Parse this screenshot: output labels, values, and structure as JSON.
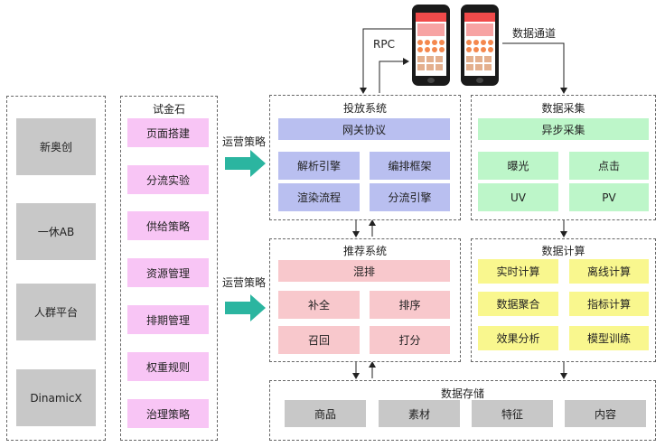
{
  "labels": {
    "rpc": "RPC",
    "data_channel": "数据通道",
    "ops_strategy_top": "运营策略",
    "ops_strategy_bottom": "运营策略"
  },
  "left_platforms": [
    "新奥创",
    "一休AB",
    "人群平台",
    "DinamicX"
  ],
  "touchstone": {
    "title": "试金石",
    "items": [
      "页面搭建",
      "分流实验",
      "供给策略",
      "资源管理",
      "排期管理",
      "权重规则",
      "治理策略"
    ]
  },
  "delivery": {
    "title": "投放系统",
    "gateway": "网关协议",
    "items": [
      "解析引擎",
      "编排框架",
      "渲染流程",
      "分流引擎"
    ]
  },
  "collection": {
    "title": "数据采集",
    "async": "异步采集",
    "items": [
      "曝光",
      "点击",
      "UV",
      "PV"
    ]
  },
  "recommend": {
    "title": "推荐系统",
    "mix": "混排",
    "items": [
      "补全",
      "排序",
      "召回",
      "打分"
    ]
  },
  "compute": {
    "title": "数据计算",
    "items": [
      "实时计算",
      "离线计算",
      "数据聚合",
      "指标计算",
      "效果分析",
      "模型训练"
    ]
  },
  "storage": {
    "title": "数据存储",
    "items": [
      "商品",
      "素材",
      "特征",
      "内容"
    ]
  },
  "colors": {
    "gray": "#c8c8c8",
    "pink": "#f8c5f5",
    "lavender": "#b9bff0",
    "mint": "#bdf6c9",
    "rose": "#f8c8cc",
    "yellow": "#f9f78e",
    "teal_arrow": "#2bb5a0"
  }
}
